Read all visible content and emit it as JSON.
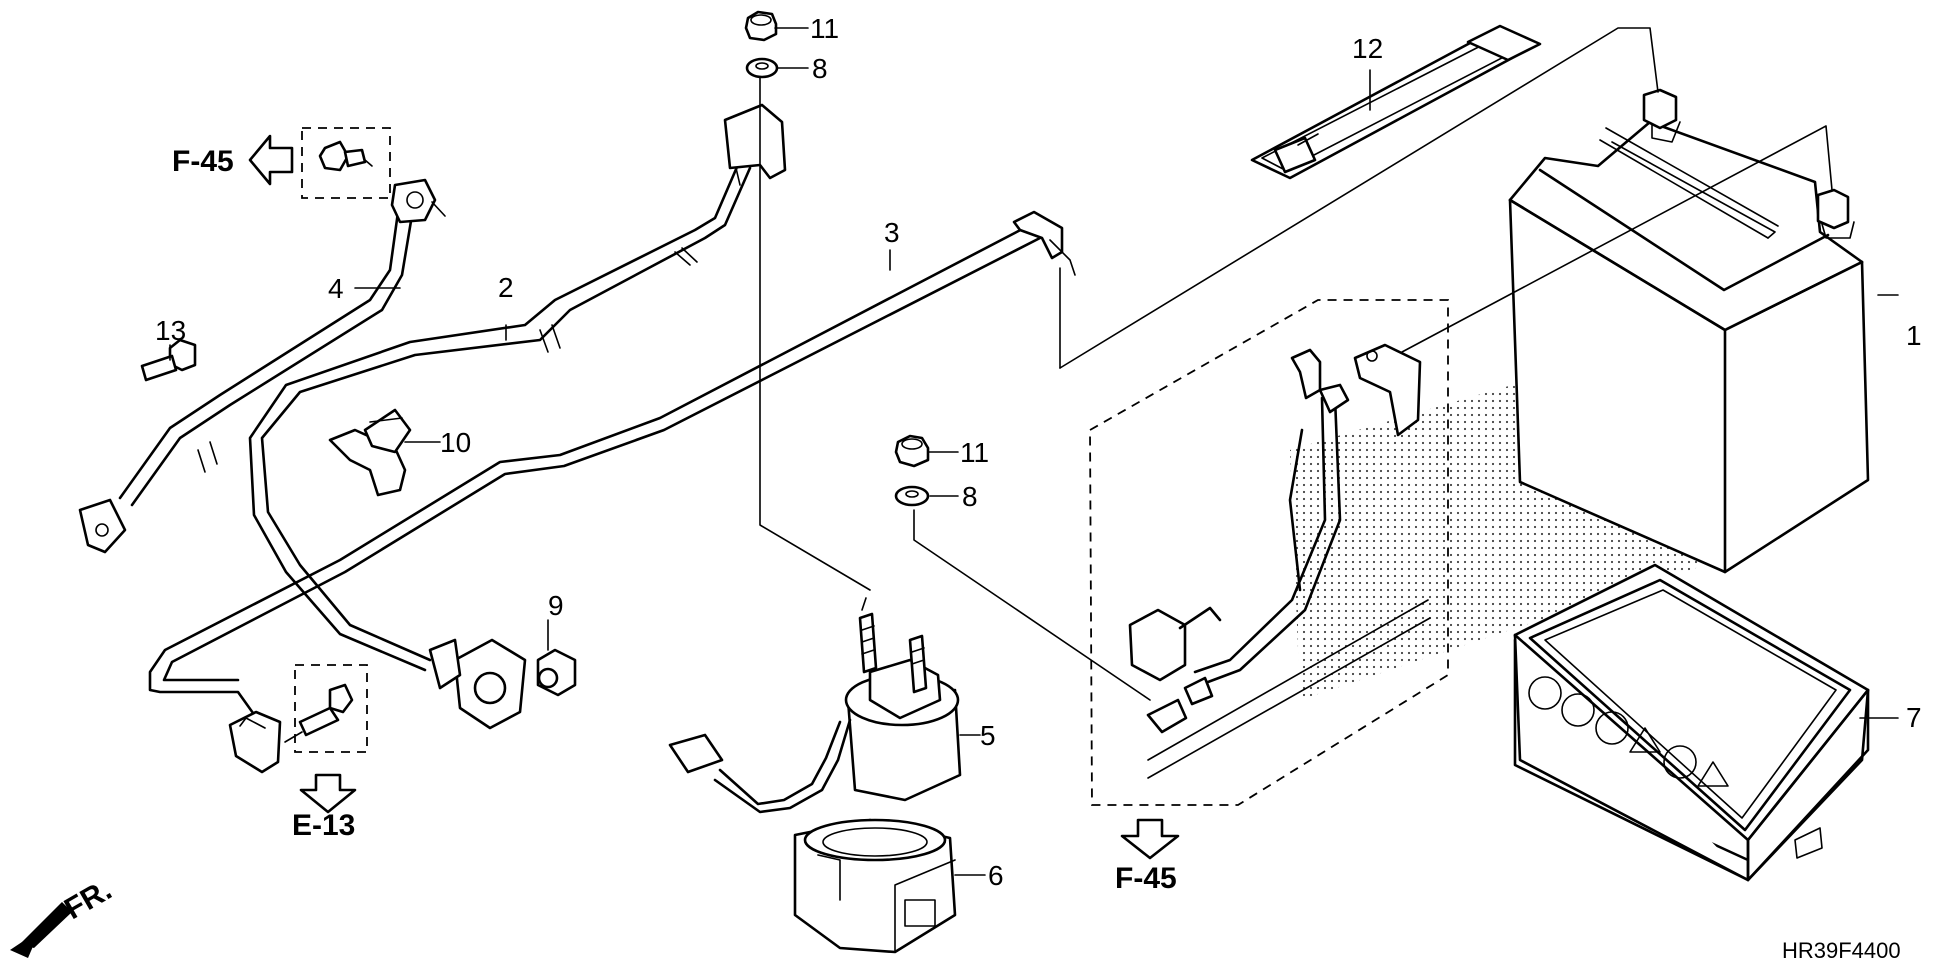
{
  "diagram": {
    "callouts": {
      "p1": "1",
      "p2": "2",
      "p3": "3",
      "p4": "4",
      "p5": "5",
      "p6": "6",
      "p7": "7",
      "p8a": "8",
      "p8b": "8",
      "p9": "9",
      "p10": "10",
      "p11a": "11",
      "p11b": "11",
      "p12": "12",
      "p13": "13"
    },
    "references": {
      "f45_top": "F-45",
      "f45_bottom": "F-45",
      "e13": "E-13"
    },
    "direction_label": "FR.",
    "diagram_code": "HR39F4400"
  }
}
